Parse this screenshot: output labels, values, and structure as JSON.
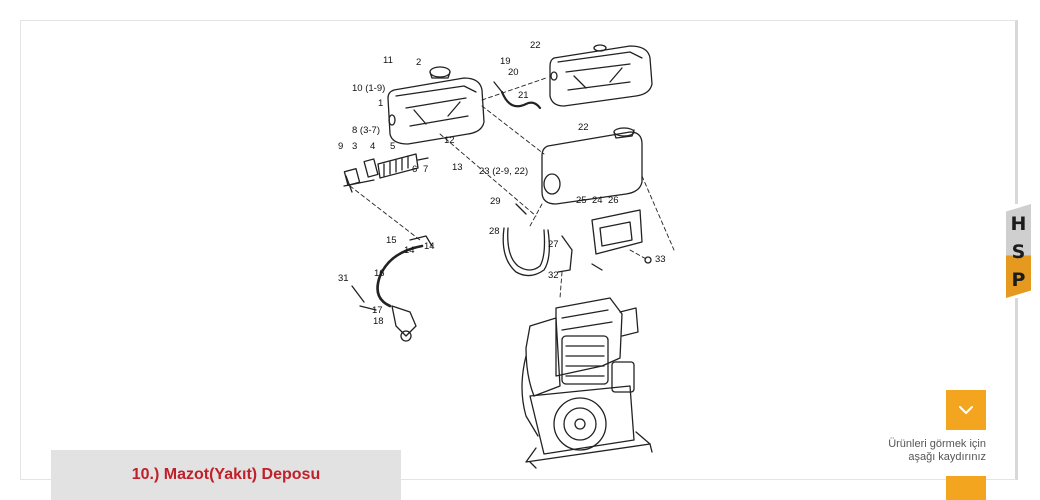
{
  "caption": {
    "title": "10.) Mazot(Yakıt) Deposu"
  },
  "brand": {
    "letters": [
      "H",
      "S",
      "P"
    ],
    "accent": "#e59a1f"
  },
  "scroll_hint": {
    "line1": "Ürünleri görmek için",
    "line2": "aşağı kaydırınız",
    "button_icon": "chevron-down-icon",
    "button_color": "#f3a51f"
  },
  "diagram": {
    "labels": [
      "11",
      "2",
      "19",
      "20",
      "22",
      "10 (1-9)",
      "1",
      "21",
      "8 (3-7)",
      "9",
      "3",
      "4",
      "5",
      "12",
      "22",
      "6",
      "7",
      "13",
      "23 (2-9, 22)",
      "29",
      "25",
      "24",
      "26",
      "28",
      "27",
      "15",
      "14",
      "14",
      "33",
      "32",
      "31",
      "16",
      "17",
      "18"
    ]
  }
}
